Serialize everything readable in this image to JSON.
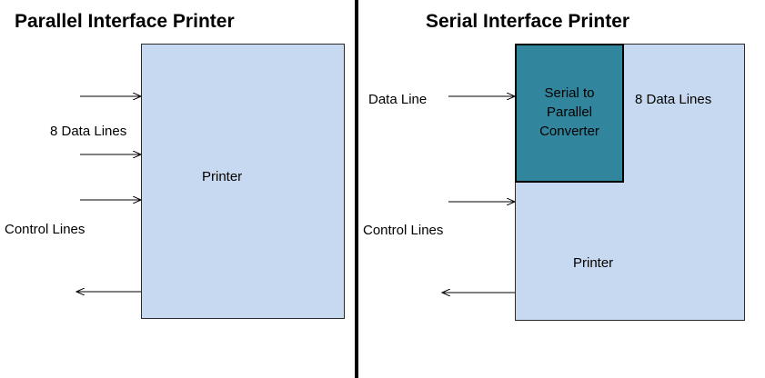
{
  "left_panel": {
    "title": "Parallel Interface Printer",
    "data_lines_label": "8 Data Lines",
    "control_lines_label": "Control Lines",
    "printer_label": "Printer"
  },
  "right_panel": {
    "title": "Serial Interface Printer",
    "data_line_label": "Data Line",
    "converter_label": "Serial to Parallel Converter",
    "data_lines_label": "8 Data Lines",
    "control_lines_label": "Control Lines",
    "printer_label": "Printer"
  },
  "colors": {
    "printer_fill": "#c6d9f1",
    "converter_fill": "#31859c",
    "divider": "#000000"
  }
}
